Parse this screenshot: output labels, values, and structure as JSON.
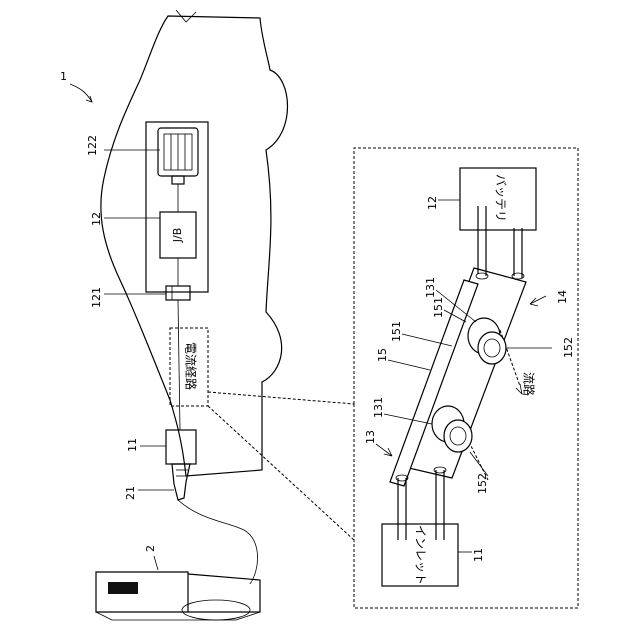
{
  "labels": {
    "vehicle": "1",
    "charger": "2",
    "inlet": "11",
    "inlet_detail": "11",
    "battery_pack": "12",
    "battery_detail": "12",
    "bracket": "13",
    "busbar_unit": "14",
    "cover": "15",
    "connector": "21",
    "connector_121": "121",
    "battery_cells": "122",
    "relay_a": "131",
    "relay_b": "131",
    "plate_a": "151",
    "plate_b": "151",
    "knob_a": "152",
    "knob_b": "152"
  },
  "texts": {
    "jb": "J/B",
    "current_path": "電流経路",
    "battery": "バッテリ",
    "inlet": "インレット",
    "flow_path": "流路"
  },
  "colors": {
    "line": "#000000",
    "background": "#ffffff",
    "charger_display": "#111111"
  }
}
